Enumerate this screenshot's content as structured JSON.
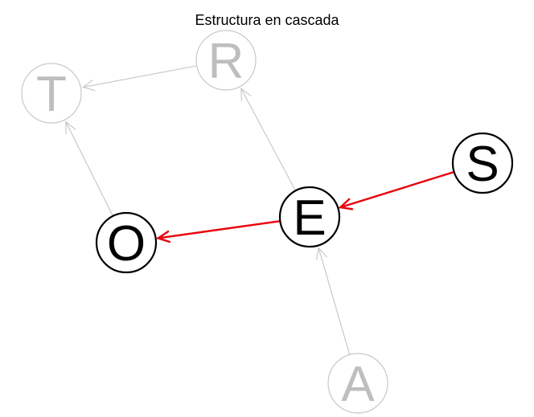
{
  "title": "Estructura en cascada",
  "colors": {
    "highlight_node_stroke": "#000000",
    "dim_node_stroke": "#c8c8c8",
    "highlight_text": "#000000",
    "dim_text": "#bebebe",
    "highlight_edge": "#e8000b",
    "dim_edge": "#c4c4c4",
    "background": "#ffffff"
  },
  "nodes": [
    {
      "id": "R",
      "label": "R",
      "highlighted": false
    },
    {
      "id": "T",
      "label": "T",
      "highlighted": false
    },
    {
      "id": "S",
      "label": "S",
      "highlighted": true
    },
    {
      "id": "E",
      "label": "E",
      "highlighted": true
    },
    {
      "id": "O",
      "label": "O",
      "highlighted": true
    },
    {
      "id": "A",
      "label": "A",
      "highlighted": false
    }
  ],
  "edges": [
    {
      "from": "R",
      "to": "T",
      "highlighted": false
    },
    {
      "from": "O",
      "to": "T",
      "highlighted": false
    },
    {
      "from": "E",
      "to": "R",
      "highlighted": false
    },
    {
      "from": "S",
      "to": "E",
      "highlighted": true
    },
    {
      "from": "E",
      "to": "O",
      "highlighted": true
    },
    {
      "from": "A",
      "to": "E",
      "highlighted": false
    }
  ]
}
